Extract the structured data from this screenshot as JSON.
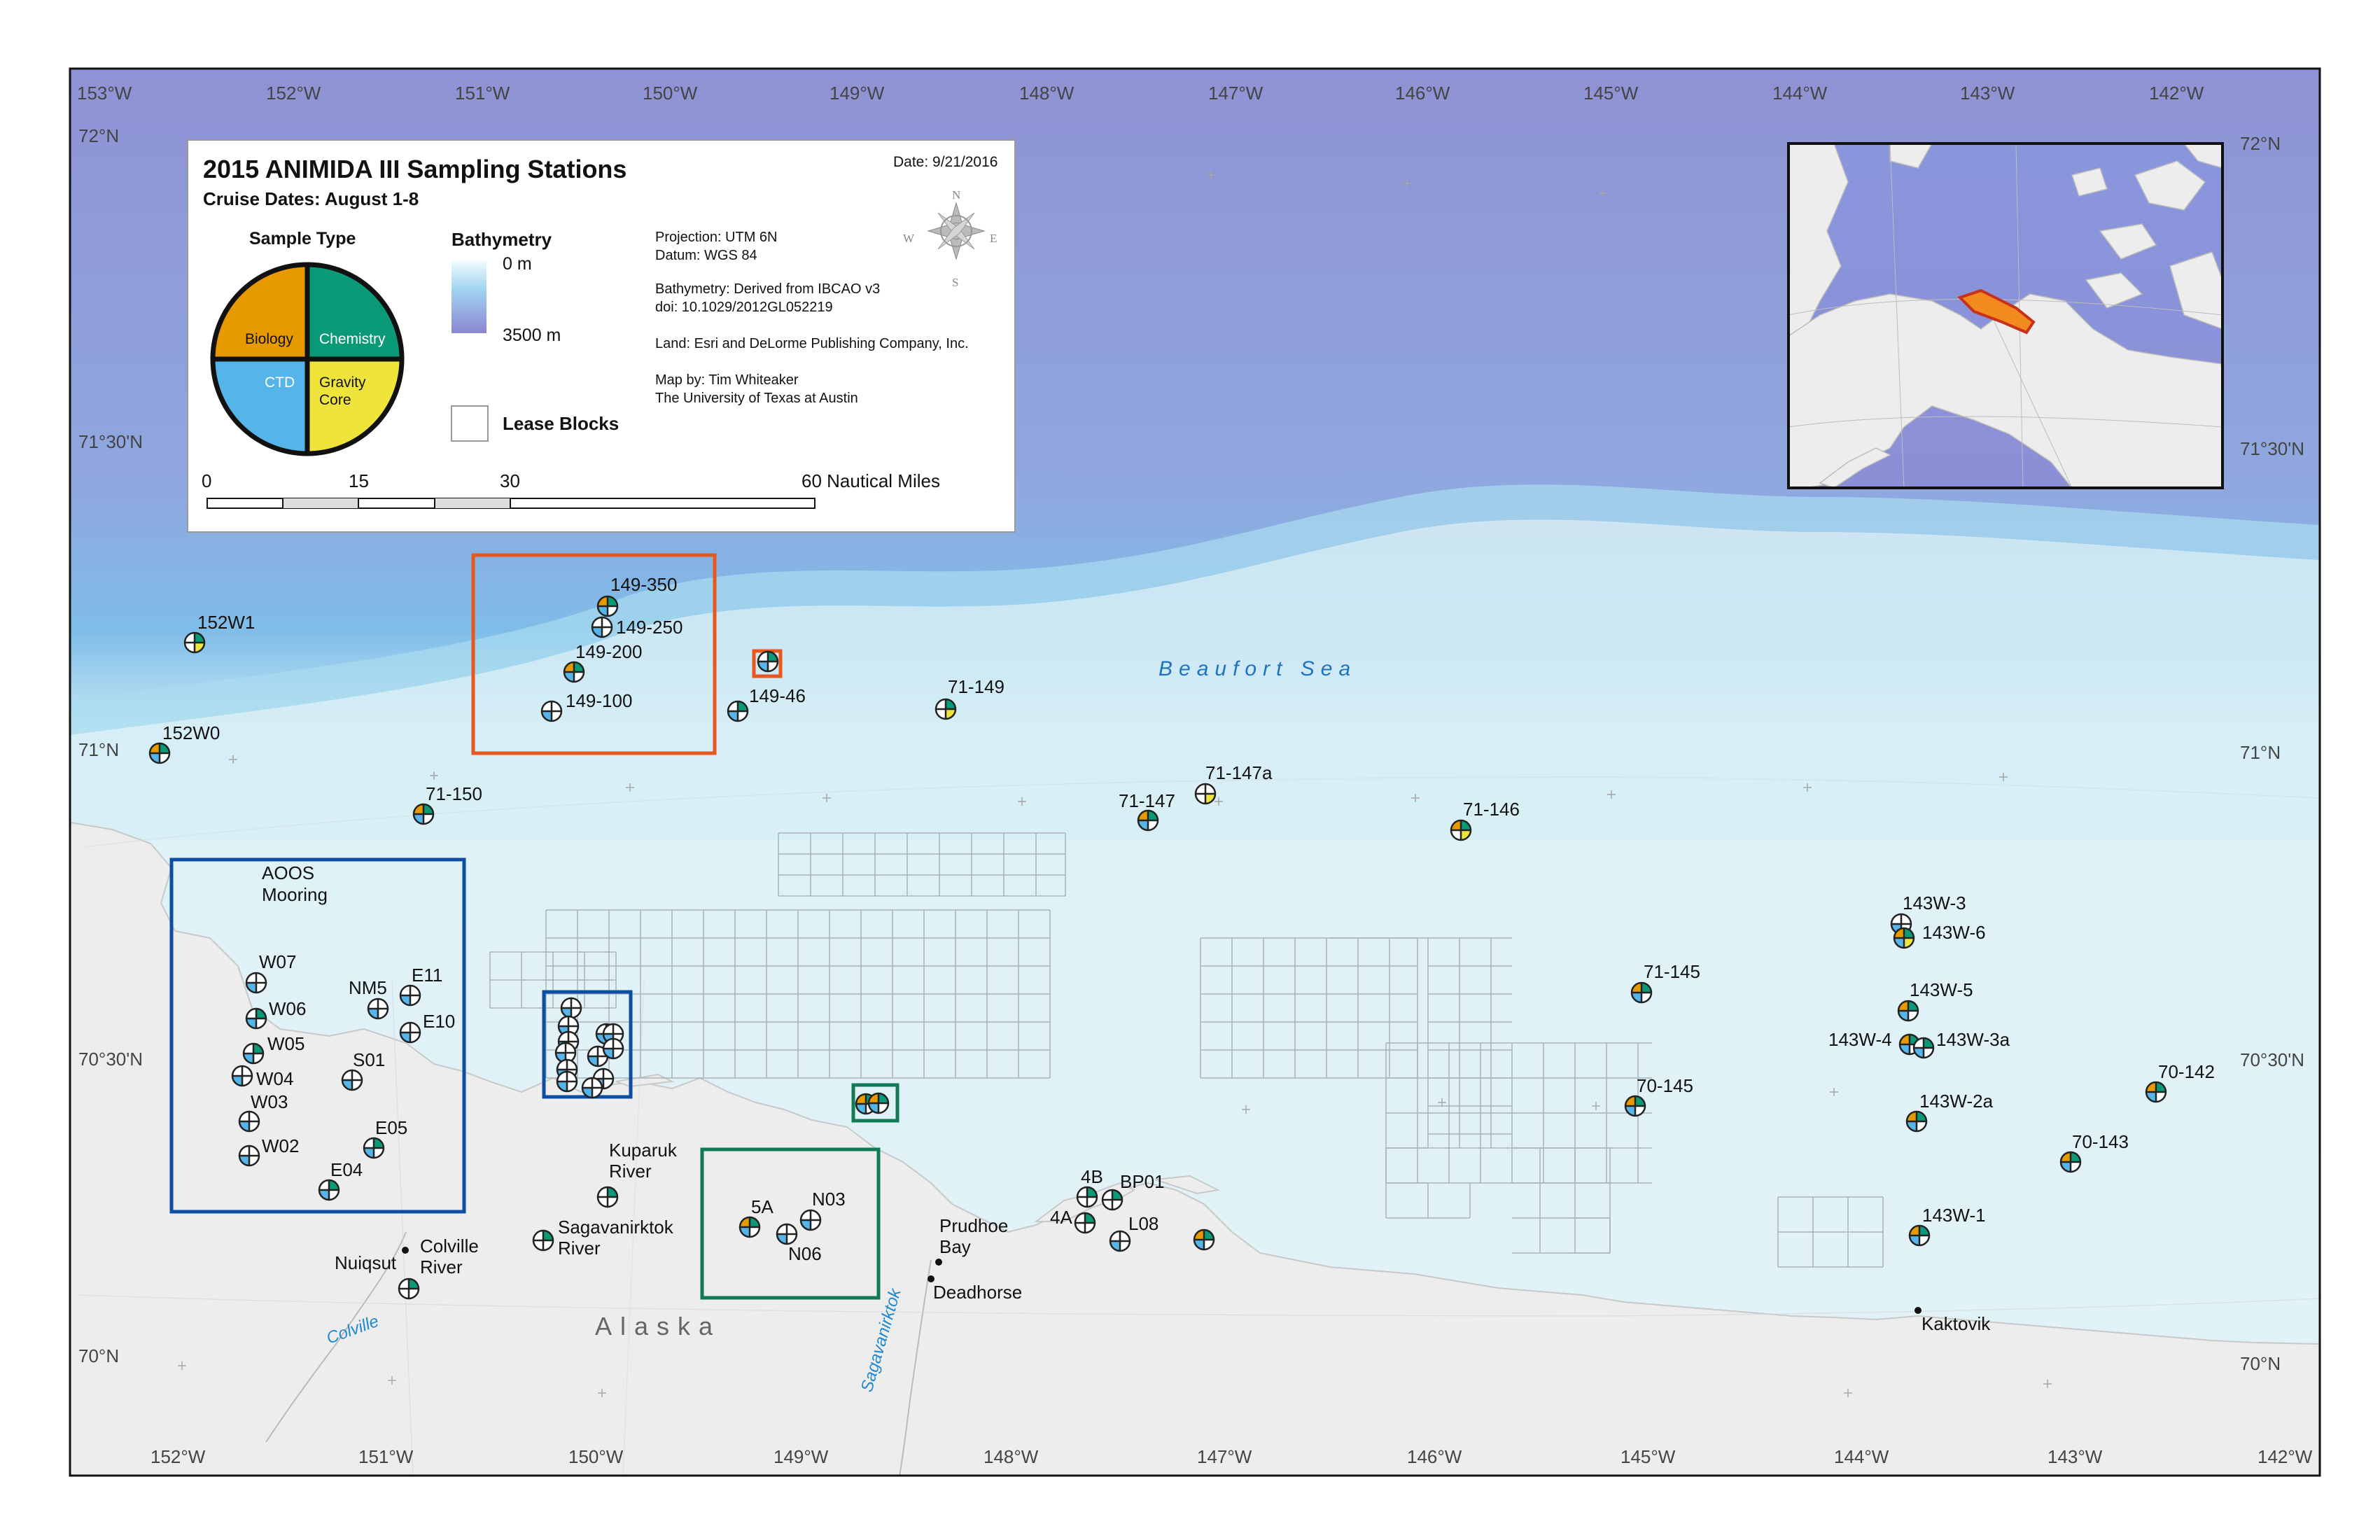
{
  "legend": {
    "title": "2015 ANIMIDA III Sampling Stations",
    "subtitle": "Cruise Dates: August 1-8",
    "date": "Date: 9/21/2016",
    "sample_type_title": "Sample Type",
    "sample_types": [
      {
        "label": "Biology",
        "color": "#e69a00"
      },
      {
        "label": "Chemistry",
        "color": "#0b9a78"
      },
      {
        "label": "CTD",
        "color": "#55b4e8"
      },
      {
        "label": "Gravity",
        "label2": "Core",
        "color": "#efe43a"
      }
    ],
    "bathymetry_title": "Bathymetry",
    "bathy_min": "0 m",
    "bathy_max": "3500 m",
    "lease_blocks": "Lease Blocks",
    "projection": "Projection: UTM 6N",
    "datum": "Datum: WGS 84",
    "bathy_source": "Bathymetry: Derived from IBCAO v3",
    "doi": "doi: 10.1029/2012GL052219",
    "land_source": "Land: Esri and DeLorme Publishing Company, Inc.",
    "author": "Map by: Tim Whiteaker",
    "institution": "The University of Texas at Austin",
    "compass": [
      "N",
      "E",
      "S",
      "W"
    ],
    "scale_labels": [
      "0",
      "15",
      "30",
      "60 Nautical Miles"
    ]
  },
  "top_ticks": [
    "153°W",
    "152°W",
    "151°W",
    "150°W",
    "149°W",
    "148°W",
    "147°W",
    "146°W",
    "145°W",
    "144°W",
    "143°W",
    "142°W"
  ],
  "bottom_ticks": [
    "152°W",
    "151°W",
    "150°W",
    "149°W",
    "148°W",
    "147°W",
    "146°W",
    "145°W",
    "144°W",
    "143°W",
    "142°W"
  ],
  "left_ticks": [
    "72°N",
    "71°30'N",
    "71°N",
    "70°30'N",
    "70°N"
  ],
  "right_ticks": [
    "72°N",
    "71°30'N",
    "71°N",
    "70°30'N",
    "70°N"
  ],
  "place_labels": {
    "sea": "Beaufort Sea",
    "land": "Alaska",
    "colville_label": "Colville",
    "sagavanirktok_label": "Sagavanirktok",
    "nuiqsut": "Nuiqsut",
    "colville_river_1": "Colville",
    "colville_river_2": "River",
    "prudhoe_1": "Prudhoe",
    "prudhoe_2": "Bay",
    "deadhorse": "Deadhorse",
    "kaktovik": "Kaktovik",
    "kuparuk_1": "Kuparuk",
    "kuparuk_2": "River",
    "sag_1": "Sagavanirktok",
    "sag_2": "River",
    "aoos_1": "AOOS",
    "aoos_2": "Mooring"
  },
  "stations": [
    {
      "name": "152W1",
      "q": "0101"
    },
    {
      "name": "152W0",
      "q": "1110"
    },
    {
      "name": "149-350",
      "q": "1110"
    },
    {
      "name": "149-250",
      "q": "0010"
    },
    {
      "name": "149-200",
      "q": "1110"
    },
    {
      "name": "149-100",
      "q": "0010"
    },
    {
      "name": "149-46",
      "q": "0110"
    },
    {
      "name": "71-149",
      "q": "0101"
    },
    {
      "name": "71-150",
      "q": "1110"
    },
    {
      "name": "71-147",
      "q": "1110"
    },
    {
      "name": "71-147a",
      "q": "0001"
    },
    {
      "name": "71-146",
      "q": "1101"
    },
    {
      "name": "W07",
      "q": "0010"
    },
    {
      "name": "W06",
      "q": "0110"
    },
    {
      "name": "W05",
      "q": "0110"
    },
    {
      "name": "W04",
      "q": "0010"
    },
    {
      "name": "W03",
      "q": "0010"
    },
    {
      "name": "W02",
      "q": "0010"
    },
    {
      "name": "NM5",
      "q": "0010"
    },
    {
      "name": "E11",
      "q": "0010"
    },
    {
      "name": "E10",
      "q": "0010"
    },
    {
      "name": "S01",
      "q": "0010"
    },
    {
      "name": "E05",
      "q": "0110"
    },
    {
      "name": "E04",
      "q": "0110"
    },
    {
      "name": "Kuparuk River",
      "q": "0100"
    },
    {
      "name": "Sagavanirktok River",
      "q": "0100"
    },
    {
      "name": "Colville River",
      "q": "0100"
    },
    {
      "name": "5A",
      "q": "1110"
    },
    {
      "name": "N03",
      "q": "0010"
    },
    {
      "name": "N06",
      "q": "0010"
    },
    {
      "name": "4B",
      "q": "0100"
    },
    {
      "name": "BP01",
      "q": "0100"
    },
    {
      "name": "4A",
      "q": "0100"
    },
    {
      "name": "L08",
      "q": "0010"
    },
    {
      "name": "71-145",
      "q": "1110"
    },
    {
      "name": "70-145",
      "q": "1110"
    },
    {
      "name": "143W-3",
      "q": "0010"
    },
    {
      "name": "143W-6",
      "q": "1111"
    },
    {
      "name": "143W-5",
      "q": "1110"
    },
    {
      "name": "143W-4",
      "q": "1110"
    },
    {
      "name": "143W-3a",
      "q": "0110"
    },
    {
      "name": "143W-2a",
      "q": "1110"
    },
    {
      "name": "143W-1",
      "q": "1110"
    },
    {
      "name": "70-142",
      "q": "1110"
    },
    {
      "name": "70-143",
      "q": "1110"
    }
  ],
  "colors": {
    "biology": "#e69a00",
    "chemistry": "#0b9a78",
    "ctd": "#55b4e8",
    "gravity_core": "#efe43a",
    "orange_box": "#e8571e",
    "blue_box": "#0d4ea3",
    "green_box": "#127a55",
    "land": "#ededed",
    "shelf": "#dff1f6",
    "deep": "#8a91d6"
  }
}
